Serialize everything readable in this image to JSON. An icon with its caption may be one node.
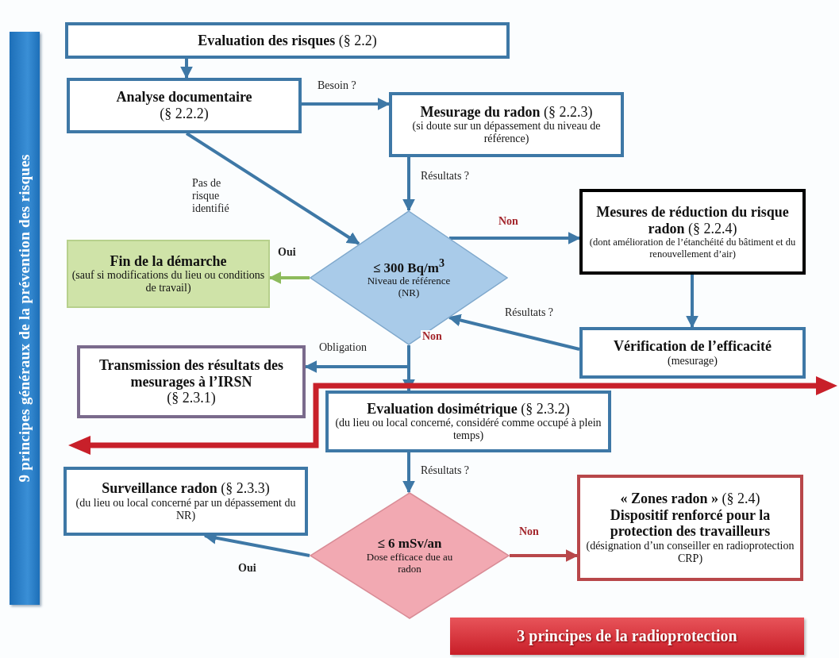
{
  "diagram": {
    "nodes": [
      {
        "text": [
          "9 principes généraux de la prévention des risques"
        ]
      },
      {
        "text": [
          "**Evaluation des risques** (§ 2.2)"
        ]
      },
      {
        "text": [
          "Analyse documentaire",
          "(§ 2.2.2)"
        ]
      },
      {
        "text": [
          "**Mesurage du radon** (§ 2.2.3)",
          "(si doute sur un dépassement du niveau de référence)"
        ]
      },
      {
        "text": [
          "≤ 300 Bq/m$^{3}$",
          "Niveau de référence (NR)"
        ]
      },
      {
        "text": [
          "Fin de la démarche",
          "(sauf si modifications du lieu ou conditions de travail)"
        ]
      },
      {
        "text": [
          "**Mesures de réduction du risque radon** (§ 2.2.4)",
          "(dont amélioration de l’étanchéité du bâtiment et du renouvellement d’air)"
        ]
      },
      {
        "text": [
          "Vérification de l’efficacité",
          "(mesurage)"
        ]
      },
      {
        "text": [
          "Transmission des résultats des mesurages à l’IRSN",
          "(§ 2.3.1)"
        ]
      },
      {
        "text": [
          "**Evaluation dosimétrique** (§ 2.3.2)",
          "(du lieu ou local concerné, considéré comme occupé à plein temps)"
        ]
      },
      {
        "text": [
          "**Surveillance radon** (§ 2.3.3)",
          "(du lieu ou local concerné par un dépassement du NR)"
        ]
      },
      {
        "text": [
          "≤ 6 mSv/an",
          "Dose efficace due au radon"
        ]
      },
      {
        "text": [
          "**« Zones radon »** (§ 2.4)",
          "Dispositif renforcé pour la protection des travailleurs",
          "(désignation d’un conseiller en radioprotection CRP)"
        ]
      },
      {
        "text": [
          "3 principes de la radioprotection"
        ]
      }
    ],
    "edges": [
      {
        "from": 1,
        "to": 2,
        "arrow": "to"
      },
      {
        "from": 2,
        "to": 3,
        "arrow": "to",
        "label": "Besoin ?"
      },
      {
        "from": 2,
        "to": 4,
        "arrow": "to",
        "label": "Pas de risque identifié"
      },
      {
        "from": 3,
        "to": 4,
        "arrow": "to",
        "label": "Résultats ?"
      },
      {
        "from": 4,
        "to": 5,
        "arrow": "to",
        "label": "Oui",
        "color": "#8dbb5c"
      },
      {
        "from": 4,
        "to": 6,
        "arrow": "to",
        "label": "Non"
      },
      {
        "from": 6,
        "to": 7,
        "arrow": "to"
      },
      {
        "from": 7,
        "to": 4,
        "arrow": "to",
        "label": "Résultats ?"
      },
      {
        "from": 4,
        "to": 9,
        "arrow": "to",
        "label": "Non"
      },
      {
        "from": 4,
        "to": 8,
        "arrow": "to",
        "label": "Obligation"
      },
      {
        "from": 9,
        "to": 11,
        "arrow": "to",
        "label": "Résultats ?"
      },
      {
        "from": 11,
        "to": 10,
        "arrow": "to",
        "label": "Oui"
      },
      {
        "from": 11,
        "to": 12,
        "arrow": "to",
        "label": "Non",
        "color": "#b8474a"
      }
    ]
  }
}
